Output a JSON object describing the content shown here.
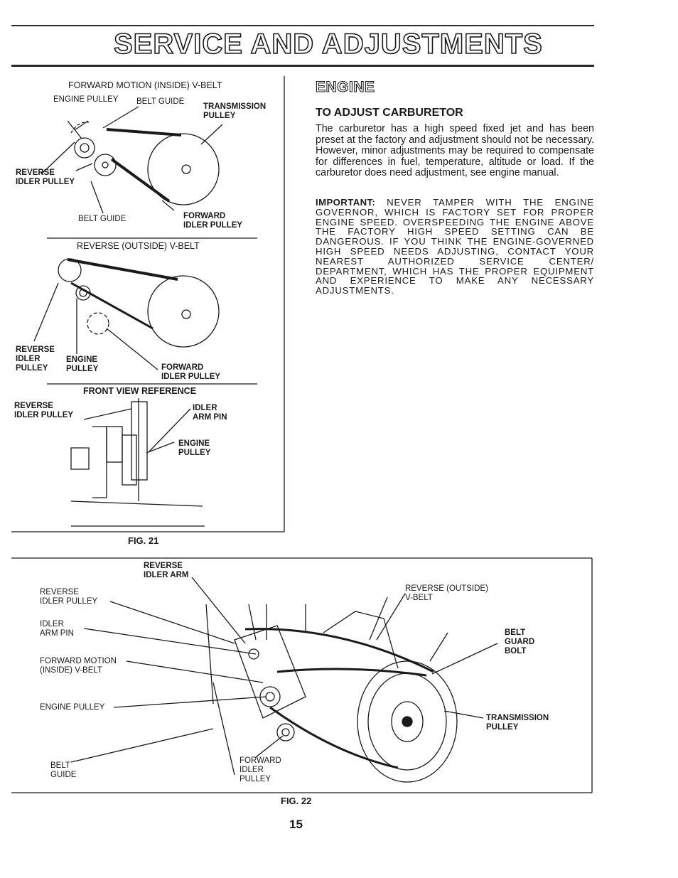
{
  "header": {
    "title": "SERVICE AND ADJUSTMENTS"
  },
  "engine": {
    "heading": "ENGINE",
    "subheading": "TO ADJUST CARBURETOR",
    "body": "The carburetor has a high speed fixed jet and has been preset at the factory and adjustment should not be necessary.  However, minor adjustments may be required to compensate for differences in fuel, temperature, altitude or load.  If the carburetor does need adjustment, see engine manual.",
    "important_label": "IMPORTANT:",
    "important_text": " NEVER TAMPER WITH THE ENGINE GOVERNOR, WHICH IS FACTORY SET FOR PROPER ENGINE SPEED. OVERSPEEDING THE ENGINE ABOVE THE FACTORY HIGH SPEED SETTING CAN BE DANGEROUS. IF YOU THINK THE ENGINE-GOVERNED HIGH SPEED NEEDS ADJUSTING, CONTACT YOUR NEAREST AUTHORIZED SERVICE CENTER/ DEPARTMENT, WHICH HAS THE PROPER EQUIPMENT AND EXPERIENCE TO MAKE ANY NECESSARY ADJUSTMENTS."
  },
  "fig21": {
    "caption": "FIG. 21",
    "forward": {
      "title": "FORWARD MOTION (INSIDE) V-BELT",
      "engine_pulley": "ENGINE PULLEY",
      "belt_guide_top": "BELT GUIDE",
      "transmission_pulley": "TRANSMISSION\nPULLEY",
      "reverse_idler_pulley": "REVERSE\nIDLER PULLEY",
      "belt_guide_bottom": "BELT GUIDE",
      "forward_idler_pulley": "FORWARD\nIDLER PULLEY"
    },
    "reverse": {
      "title": "REVERSE (OUTSIDE) V-BELT",
      "reverse_idler_pulley": "REVERSE\nIDLER\nPULLEY",
      "engine_pulley": "ENGINE\nPULLEY",
      "forward_idler_pulley": "FORWARD\nIDLER PULLEY"
    },
    "front": {
      "title": "FRONT VIEW REFERENCE",
      "reverse_idler_pulley": "REVERSE\nIDLER PULLEY",
      "idler_arm_pin": "IDLER\nARM PIN",
      "engine_pulley": "ENGINE\nPULLEY"
    }
  },
  "fig22": {
    "caption": "FIG. 22",
    "reverse_idler_arm": "REVERSE\nIDLER ARM",
    "reverse_idler_pulley": "REVERSE\nIDLER PULLEY",
    "idler_arm_pin": "IDLER\nARM PIN",
    "forward_motion_belt": "FORWARD MOTION\n(INSIDE) V-BELT",
    "engine_pulley": "ENGINE PULLEY",
    "belt_guide": "BELT\nGUIDE",
    "forward_idler_pulley": "FORWARD\nIDLER\nPULLEY",
    "reverse_outside_belt": "REVERSE (OUTSIDE)\nV-BELT",
    "belt_guard_bolt": "BELT\nGUARD\nBOLT",
    "transmission_pulley": "TRANSMISSION\nPULLEY"
  },
  "page": {
    "number": "15"
  }
}
